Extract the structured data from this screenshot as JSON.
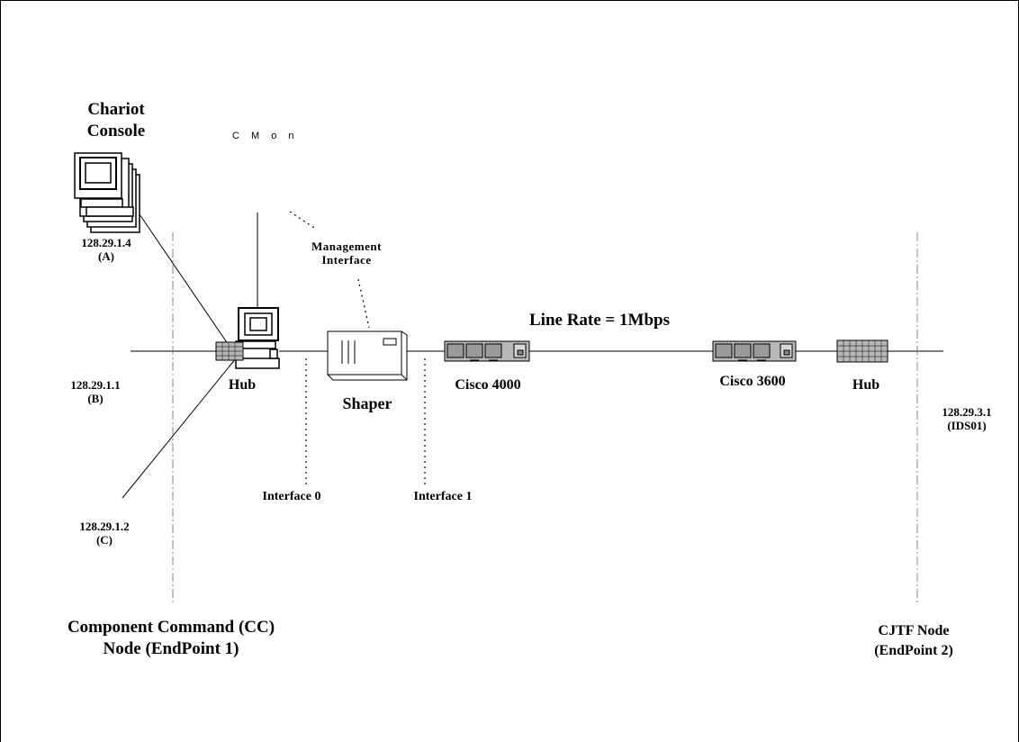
{
  "labels": {
    "chariot_console": "Chariot\nConsole",
    "cmon": "C M o n",
    "ip_a": "128.29.1.4\n(A)",
    "ip_b": "128.29.1.1\n(B)",
    "ip_c": "128.29.1.2\n(C)",
    "ip_ids01": "128.29.3.1\n(IDS01)",
    "management_interface": "Management\nInterface",
    "line_rate": "Line Rate = 1Mbps",
    "hub_left": "Hub",
    "shaper": "Shaper",
    "cisco_4000": "Cisco 4000",
    "cisco_3600": "Cisco 3600",
    "hub_right": "Hub",
    "interface_0": "Interface 0",
    "interface_1": "Interface 1",
    "cc_node": "Component Command (CC)\nNode  (EndPoint 1)",
    "cjtf_node": "CJTF Node\n(EndPoint 2)"
  },
  "icons": [
    "chariot-console-computer-icon",
    "cmon-computer-icon",
    "hub-icon",
    "shaper-icon",
    "cisco-router-icon",
    "hub-icon"
  ],
  "colors": {
    "line": "#000000",
    "device_fill": "#b8b8b8",
    "background": "#ffffff"
  }
}
